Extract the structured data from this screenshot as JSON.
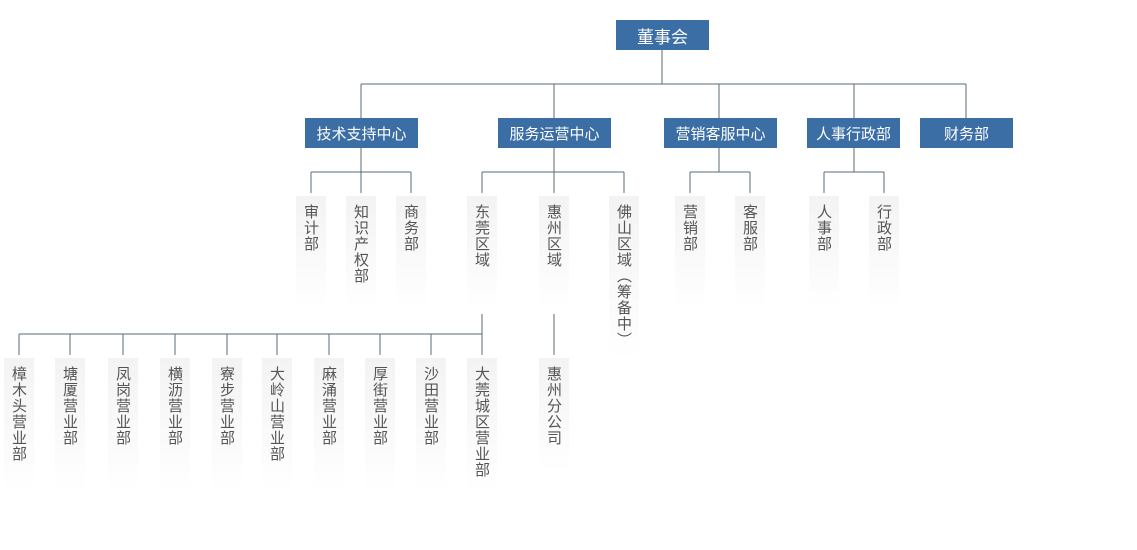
{
  "board": "董事会",
  "centers": {
    "tech": "技术支持中心",
    "service": "服务运营中心",
    "marketing": "营销客服中心",
    "hr": "人事行政部",
    "finance": "财务部"
  },
  "tech_depts": [
    "审计部",
    "知识产权部",
    "商务部"
  ],
  "service_regions": [
    "东莞区域",
    "惠州区域",
    "佛山区域（筹备中）"
  ],
  "marketing_depts": [
    "营销部",
    "客服部"
  ],
  "hr_depts": [
    "人事部",
    "行政部"
  ],
  "dongguan_branches": [
    "樟木头营业部",
    "塘厦营业部",
    "凤岗营业部",
    "横沥营业部",
    "寮步营业部",
    "大岭山营业部",
    "麻涌营业部",
    "厚街营业部",
    "沙田营业部",
    "大莞城区营业部"
  ],
  "huizhou_branches": [
    "惠州分公司"
  ],
  "colors": {
    "box": "#3a6ea5",
    "line": "#5a6a7a",
    "text": "#555555"
  }
}
